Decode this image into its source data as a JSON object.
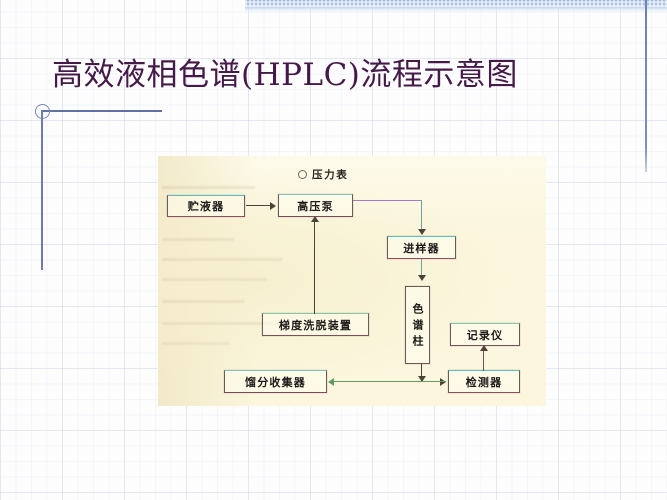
{
  "slide": {
    "title": "高效液相色谱(HPLC)流程示意图",
    "accent_color": "#451a49",
    "rule_color": "#5f72a6",
    "band_color": "#96b2de",
    "scan_paper_color": "#fbf6dd"
  },
  "diagram": {
    "gauge": {
      "icon": "circle-icon",
      "label": "压力表"
    },
    "nodes": [
      {
        "id": "reservoir",
        "label": "贮液器"
      },
      {
        "id": "high-pressure-pump",
        "label": "高压泵"
      },
      {
        "id": "injector",
        "label": "进样器"
      },
      {
        "id": "column",
        "label": "色谱柱"
      },
      {
        "id": "gradient-elution",
        "label": "梯度洗脱装置"
      },
      {
        "id": "recorder",
        "label": "记录仪"
      },
      {
        "id": "detector",
        "label": "检测器"
      },
      {
        "id": "fraction-collector",
        "label": "馏分收集器"
      }
    ],
    "flow": [
      {
        "from": "贮液器",
        "to": "高压泵"
      },
      {
        "from": "梯度洗脱装置",
        "to": "高压泵"
      },
      {
        "from": "高压泵",
        "to": "进样器"
      },
      {
        "from": "进样器",
        "to": "色谱柱"
      },
      {
        "from": "色谱柱",
        "to": "检测器"
      },
      {
        "from": "检测器",
        "to": "记录仪"
      },
      {
        "from": "检测器",
        "to": "馏分收集器"
      }
    ]
  }
}
